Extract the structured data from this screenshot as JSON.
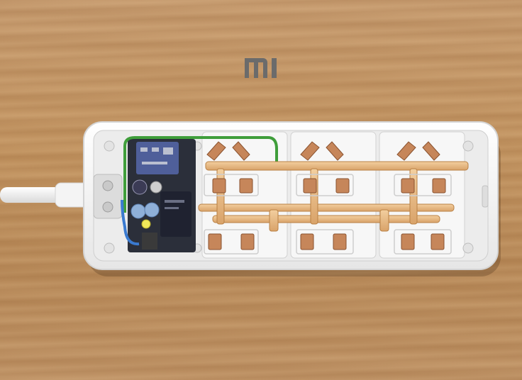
{
  "brand": {
    "logo_text": "MI",
    "logo_color": "#6b6b6b"
  },
  "product": {
    "type": "power-strip-cutaway",
    "outlet_groups": 3,
    "body_color": "#f2f2f2",
    "copper_color": "#e2b07a"
  }
}
